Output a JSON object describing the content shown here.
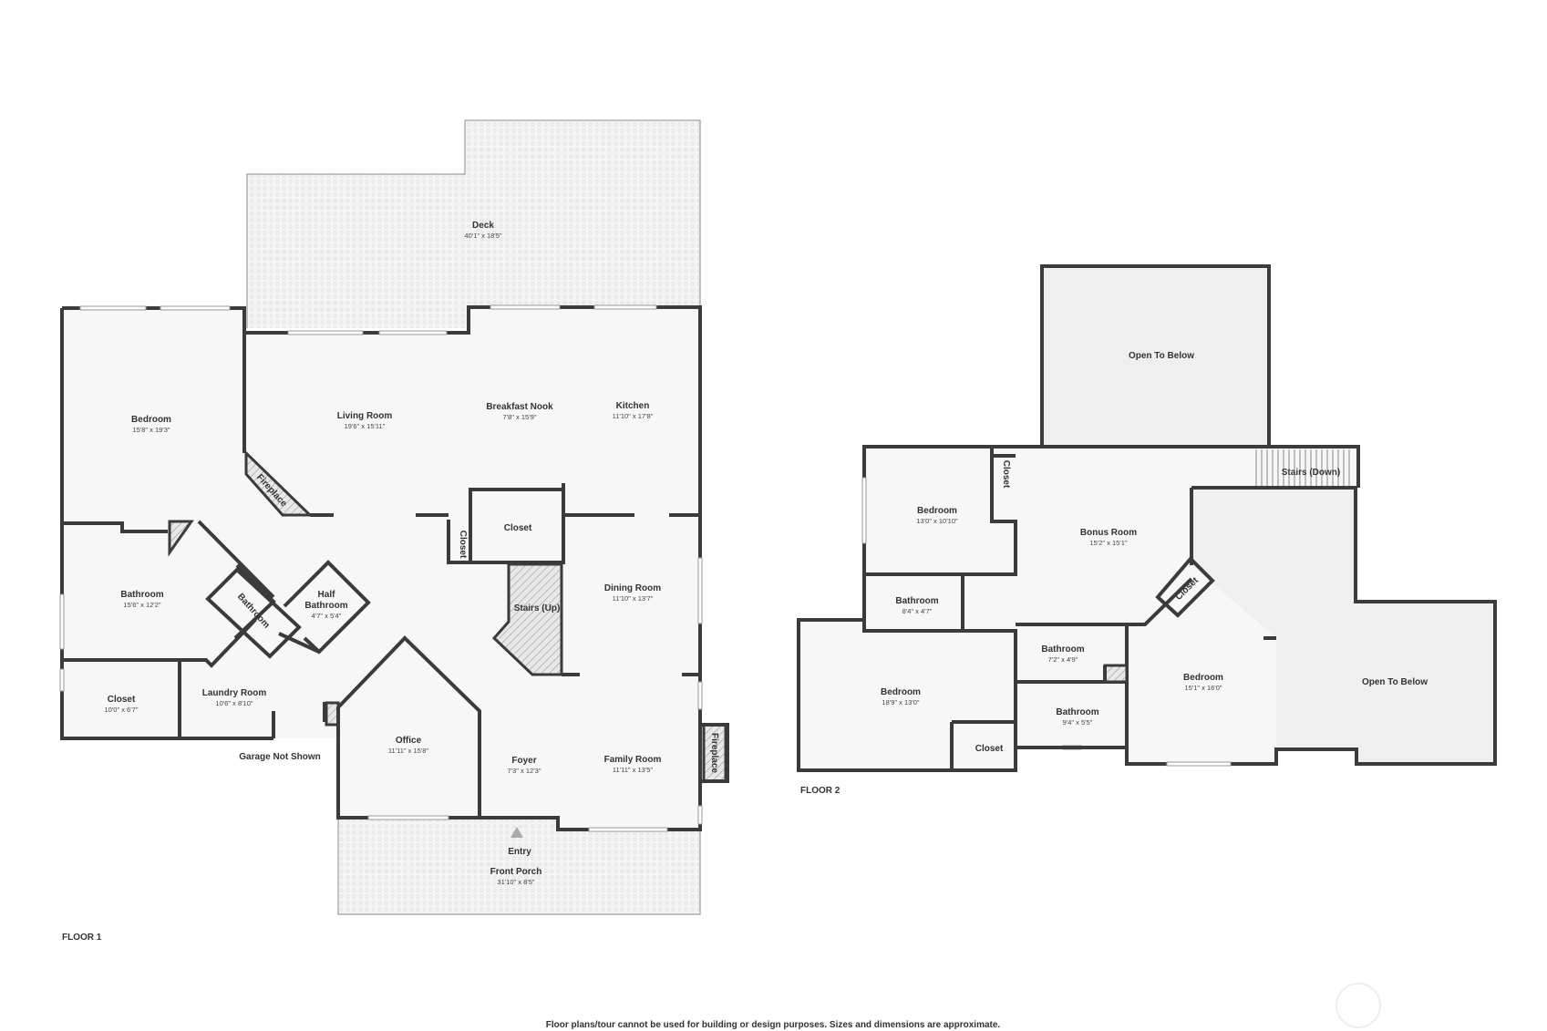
{
  "floors": [
    {
      "label": "FLOOR 1",
      "rooms": [
        {
          "name": "Deck",
          "dim": "40'1\" x 18'5\""
        },
        {
          "name": "Bedroom",
          "dim": "15'8\" x 19'3\""
        },
        {
          "name": "Living Room",
          "dim": "19'6\" x 15'11\""
        },
        {
          "name": "Breakfast Nook",
          "dim": "7'8\" x 15'9\""
        },
        {
          "name": "Kitchen",
          "dim": "11'10\" x 17'8\""
        },
        {
          "name": "Fireplace",
          "dim": ""
        },
        {
          "name": "Closet",
          "dim": ""
        },
        {
          "name": "Closet",
          "dim": ""
        },
        {
          "name": "Bathroom",
          "dim": "15'6\" x 12'2\""
        },
        {
          "name": "Bathroom",
          "dim": ""
        },
        {
          "name": "Half",
          "dim": ""
        },
        {
          "name": "Bathroom",
          "dim": "4'7\" x 5'4\""
        },
        {
          "name": "Stairs (Up)",
          "dim": ""
        },
        {
          "name": "Dining Room",
          "dim": "11'10\" x 13'7\""
        },
        {
          "name": "Closet",
          "dim": "10'0\" x 6'7\""
        },
        {
          "name": "Laundry Room",
          "dim": "10'6\" x 8'10\""
        },
        {
          "name": "Office",
          "dim": "11'11\" x 15'8\""
        },
        {
          "name": "Foyer",
          "dim": "7'3\" x 12'3\""
        },
        {
          "name": "Family Room",
          "dim": "11'11\" x 13'5\""
        },
        {
          "name": "Fireplace",
          "dim": ""
        },
        {
          "name": "Garage Not Shown",
          "dim": ""
        },
        {
          "name": "Entry",
          "dim": ""
        },
        {
          "name": "Front Porch",
          "dim": "31'10\" x 8'5\""
        }
      ]
    },
    {
      "label": "FLOOR 2",
      "rooms": [
        {
          "name": "Open To Below",
          "dim": ""
        },
        {
          "name": "Stairs (Down)",
          "dim": ""
        },
        {
          "name": "Bedroom",
          "dim": "13'0\" x 10'10\""
        },
        {
          "name": "Closet",
          "dim": ""
        },
        {
          "name": "Bonus Room",
          "dim": "15'2\" x 15'1\""
        },
        {
          "name": "Closet",
          "dim": ""
        },
        {
          "name": "Bathroom",
          "dim": "8'4\" x 4'7\""
        },
        {
          "name": "Bedroom",
          "dim": "18'9\" x 13'0\""
        },
        {
          "name": "Bathroom",
          "dim": "7'2\" x 4'9\""
        },
        {
          "name": "Bedroom",
          "dim": "15'1\" x 16'0\""
        },
        {
          "name": "Open To Below",
          "dim": ""
        },
        {
          "name": "Bathroom",
          "dim": "9'4\" x 5'5\""
        },
        {
          "name": "Closet",
          "dim": ""
        }
      ]
    }
  ],
  "disclaimer": "Floor plans/tour cannot be used for building or design purposes. Sizes and dimensions are approximate.",
  "colors": {
    "wall": "#3b3b3b",
    "room": "#f7f7f7",
    "open": "#efefef"
  }
}
